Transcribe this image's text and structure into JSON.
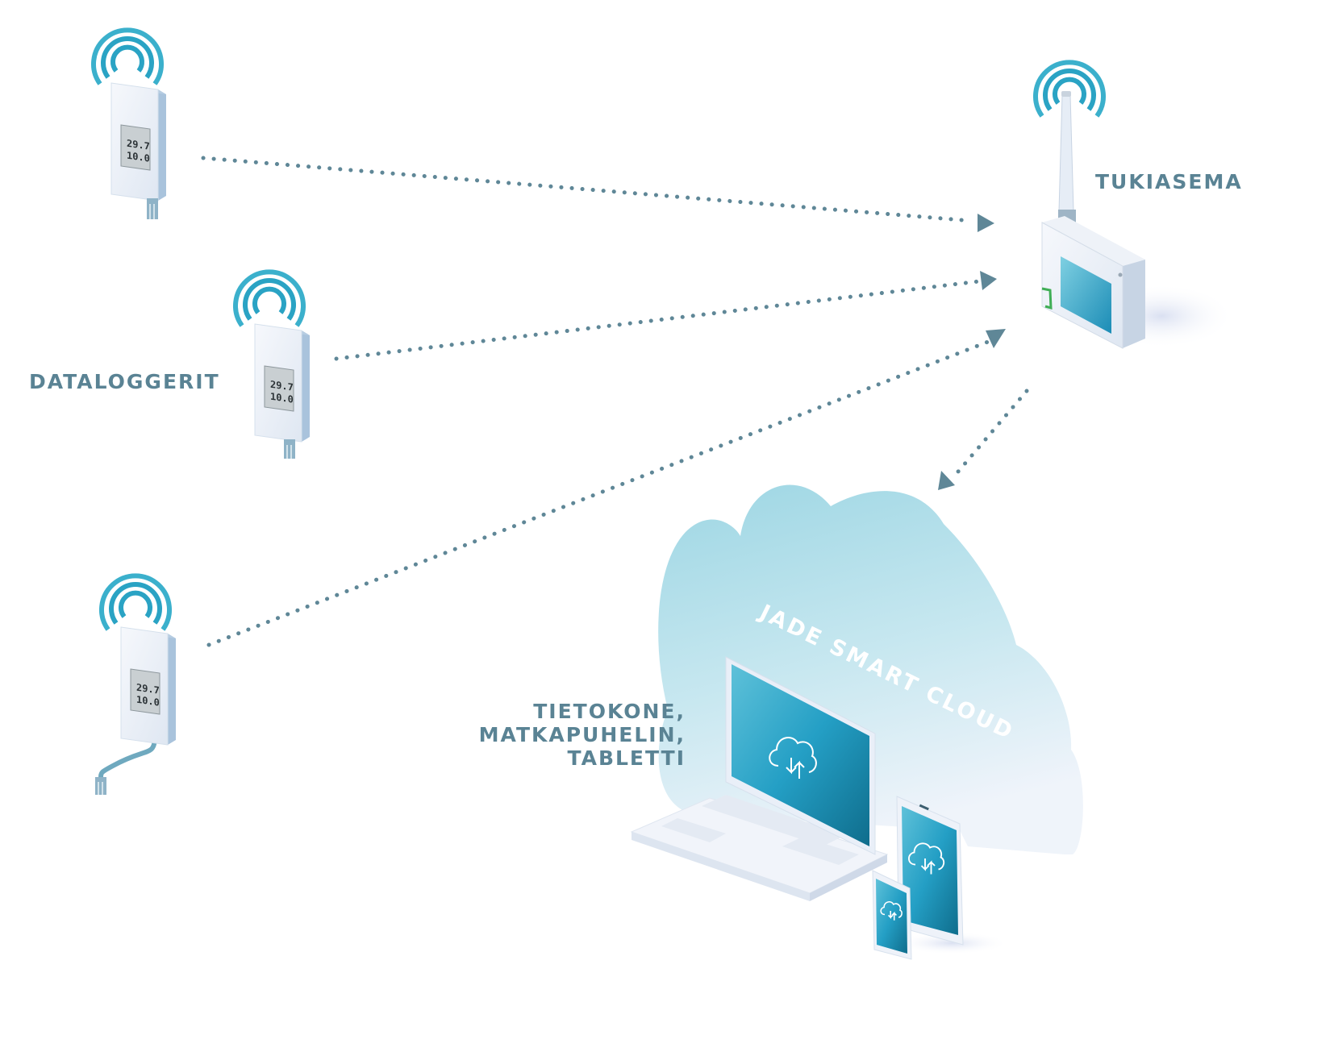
{
  "diagram": {
    "title": "Jade Smart Cloud data flow",
    "labels": {
      "dataloggers": "DATALOGGERIT",
      "base_station": "TUKIASEMA",
      "devices_line1": "TIETOKONE,",
      "devices_line2": "MATKAPUHELIN,",
      "devices_line3": "TABLETTI",
      "cloud": "JADE SMART CLOUD"
    },
    "logger_display": {
      "reading_1": "29.7",
      "reading_2": "10.0"
    },
    "nodes": [
      {
        "id": "logger-1",
        "type": "datalogger",
        "label_ref": "dataloggers"
      },
      {
        "id": "logger-2",
        "type": "datalogger",
        "label_ref": "dataloggers"
      },
      {
        "id": "logger-3",
        "type": "datalogger-probe",
        "label_ref": "dataloggers"
      },
      {
        "id": "base-station",
        "type": "base-station",
        "label_ref": "base_station"
      },
      {
        "id": "cloud",
        "type": "cloud",
        "label_ref": "cloud"
      },
      {
        "id": "laptop",
        "type": "device",
        "label_ref": "devices"
      },
      {
        "id": "tablet",
        "type": "device",
        "label_ref": "devices"
      },
      {
        "id": "phone",
        "type": "device",
        "label_ref": "devices"
      }
    ],
    "edges": [
      {
        "from": "logger-1",
        "to": "base-station",
        "style": "dotted",
        "arrow": "end"
      },
      {
        "from": "logger-2",
        "to": "base-station",
        "style": "dotted",
        "arrow": "end"
      },
      {
        "from": "logger-3",
        "to": "base-station",
        "style": "dotted",
        "arrow": "end"
      },
      {
        "from": "base-station",
        "to": "cloud",
        "style": "dotted",
        "arrow": "end"
      }
    ],
    "colors": {
      "label_text": "#5a8394",
      "connector": "#5f8797",
      "signal": "#2aa3c4",
      "device_body": "#e9eff8",
      "screen": "#1e8fb8",
      "cloud": "#a9dbe6"
    }
  }
}
